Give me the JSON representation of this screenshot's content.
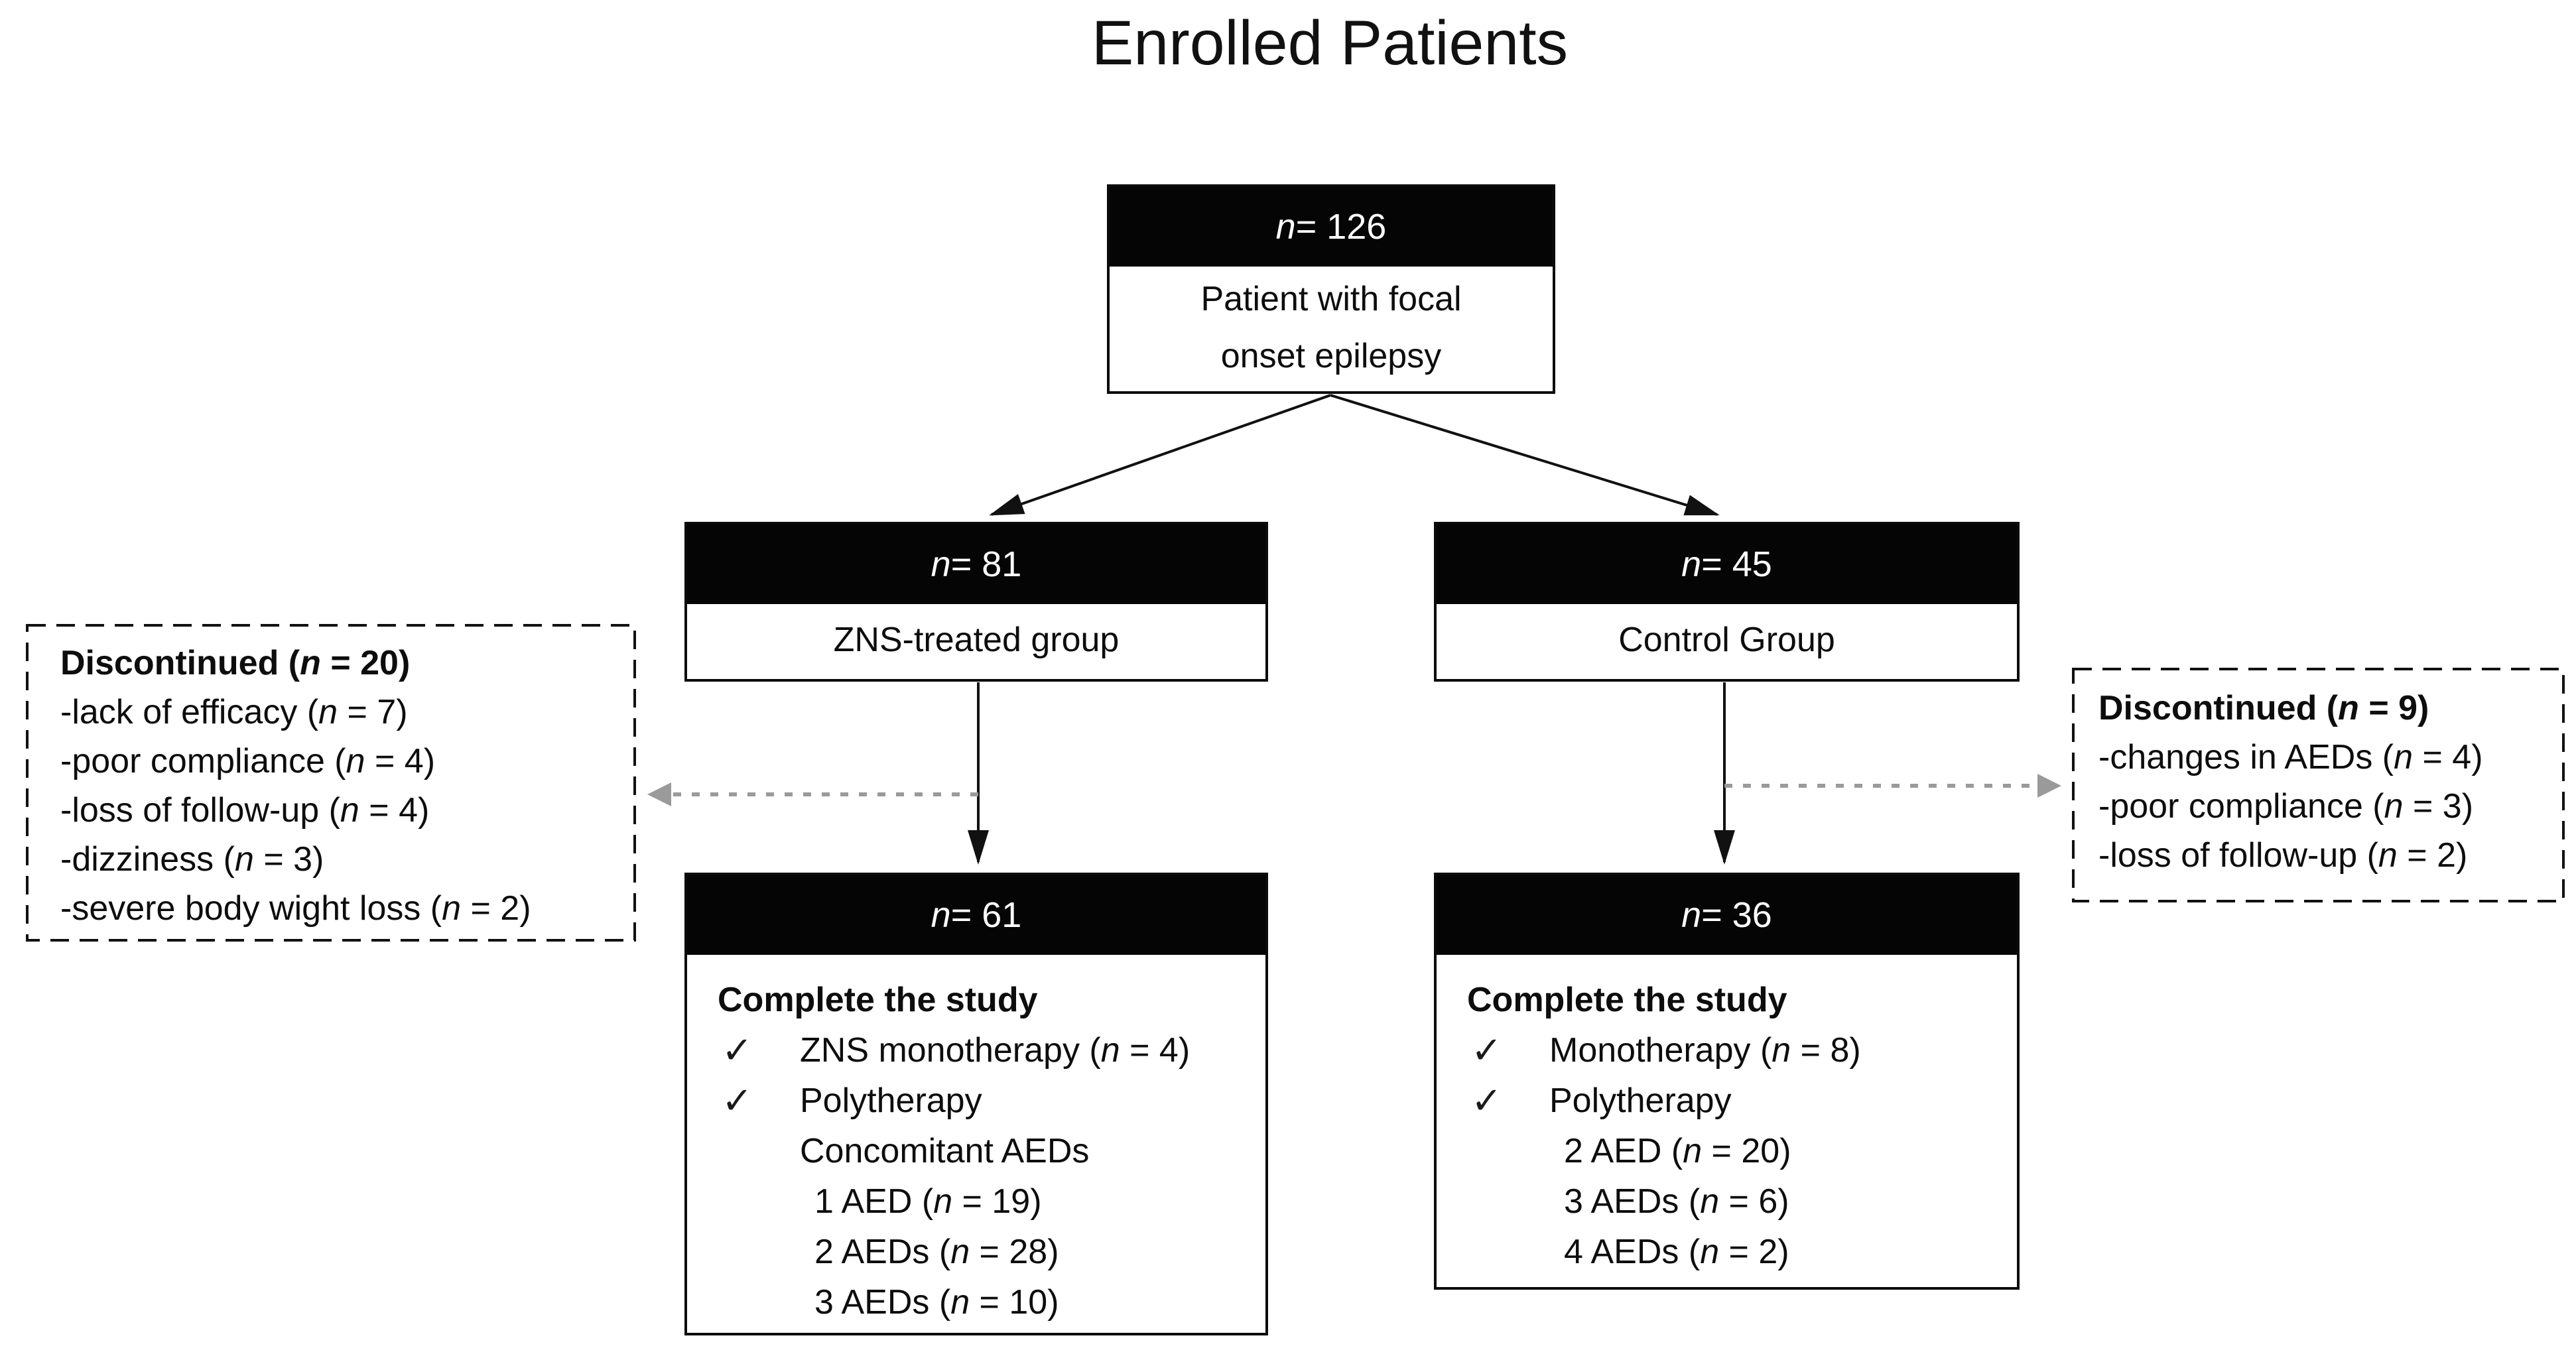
{
  "title": "Enrolled Patients",
  "checkmark": "✓",
  "colors": {
    "header_bg": "#050505",
    "header_text": "#ffffff",
    "border": "#0b0b0b",
    "solid_arrow": "#111111",
    "dashed_arrow": "#9a9a9a",
    "background": "#ffffff"
  },
  "boxes": {
    "enrolled": {
      "count": "n = 126",
      "label_lines": [
        "Patient with focal",
        "onset epilepsy"
      ]
    },
    "zns": {
      "count": "n = 81",
      "label": "ZNS-treated group"
    },
    "control": {
      "count": "n = 45",
      "label": "Control Group"
    },
    "zns_discontinued": {
      "heading": "Discontinued (n = 20)",
      "items": [
        "-lack of efficacy (n = 7)",
        "-poor compliance (n = 4)",
        "-loss of follow-up (n = 4)",
        "-dizziness (n = 3)",
        "-severe body wight loss (n = 2)"
      ]
    },
    "control_discontinued": {
      "heading": "Discontinued (n = 9)",
      "items": [
        "-changes in AEDs (n = 4)",
        "-poor compliance (n = 3)",
        "-loss of follow-up (n = 2)"
      ]
    },
    "zns_complete": {
      "count": "n = 61",
      "heading": "Complete the study",
      "checked_items": [
        "ZNS monotherapy (n = 4)",
        "Polytherapy"
      ],
      "sub_label": "Concomitant AEDs",
      "sub_items": [
        "1 AED (n = 19)",
        "2 AEDs (n = 28)",
        "3 AEDs (n = 10)"
      ]
    },
    "control_complete": {
      "count": "n = 36",
      "heading": "Complete the study",
      "checked_items": [
        "Monotherapy (n = 8)",
        "Polytherapy"
      ],
      "sub_items": [
        "2 AED (n = 20)",
        "3 AEDs (n = 6)",
        "4 AEDs (n = 2)"
      ]
    }
  }
}
